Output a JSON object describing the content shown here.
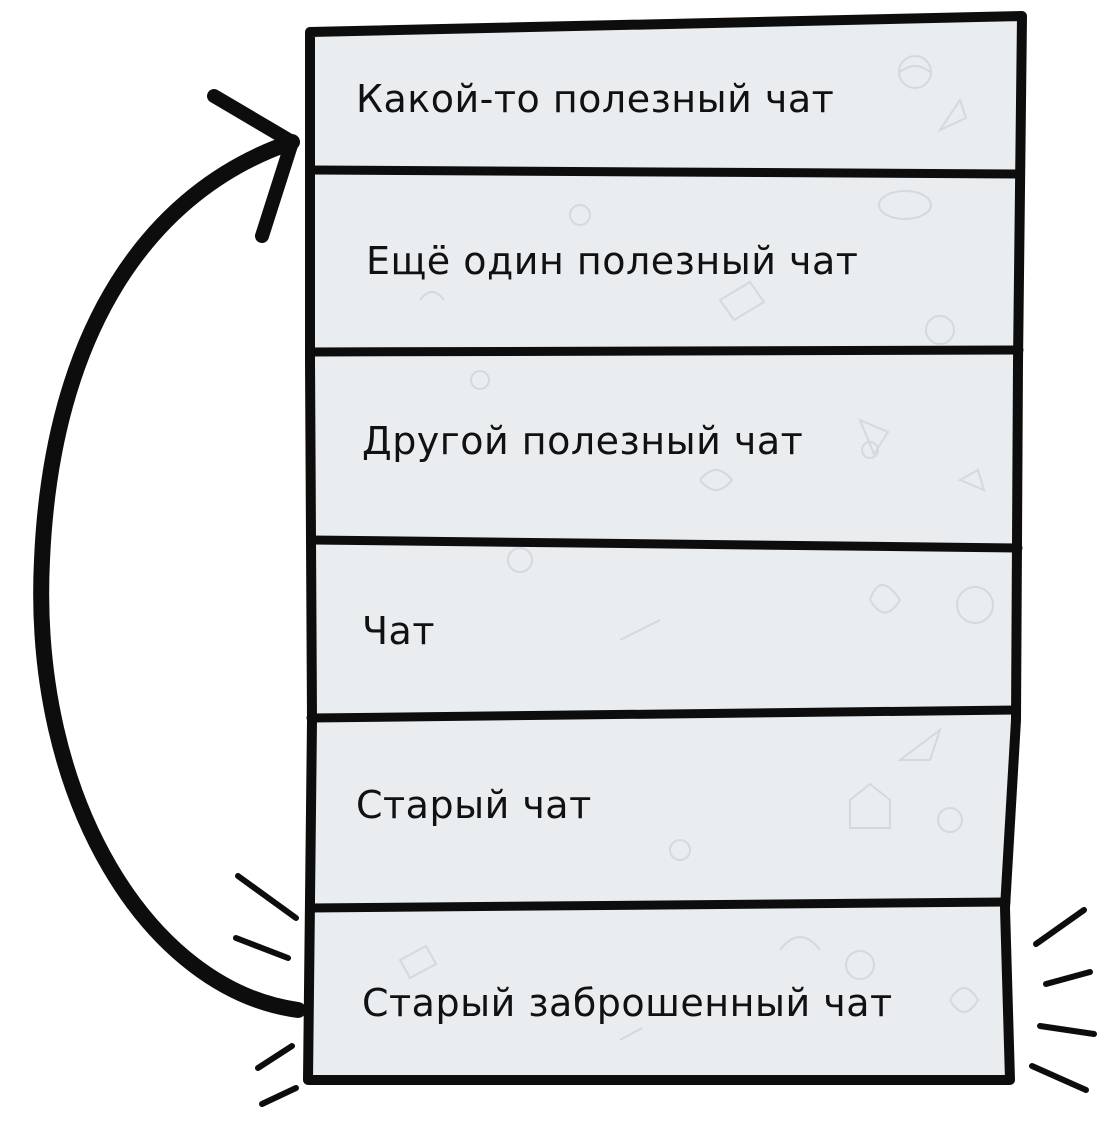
{
  "chat_list": {
    "items": [
      {
        "label": "Какой-то полезный чат",
        "highlighted": false
      },
      {
        "label": "Ещё один полезный чат",
        "highlighted": false
      },
      {
        "label": "Другой полезный чат",
        "highlighted": false
      },
      {
        "label": "Чат",
        "highlighted": false
      },
      {
        "label": "Старый чат",
        "highlighted": false
      },
      {
        "label": "Старый заброшенный чат",
        "highlighted": true
      }
    ]
  },
  "colors": {
    "panel_fill": "#e9edf0",
    "outline": "#0d0d0d",
    "text": "#111111",
    "highlight_text": "#e00000",
    "doodle": "#d3d9de"
  },
  "arrow": {
    "from_item": 5,
    "to_item": 0,
    "icon": "curved-arrow-up-icon"
  }
}
